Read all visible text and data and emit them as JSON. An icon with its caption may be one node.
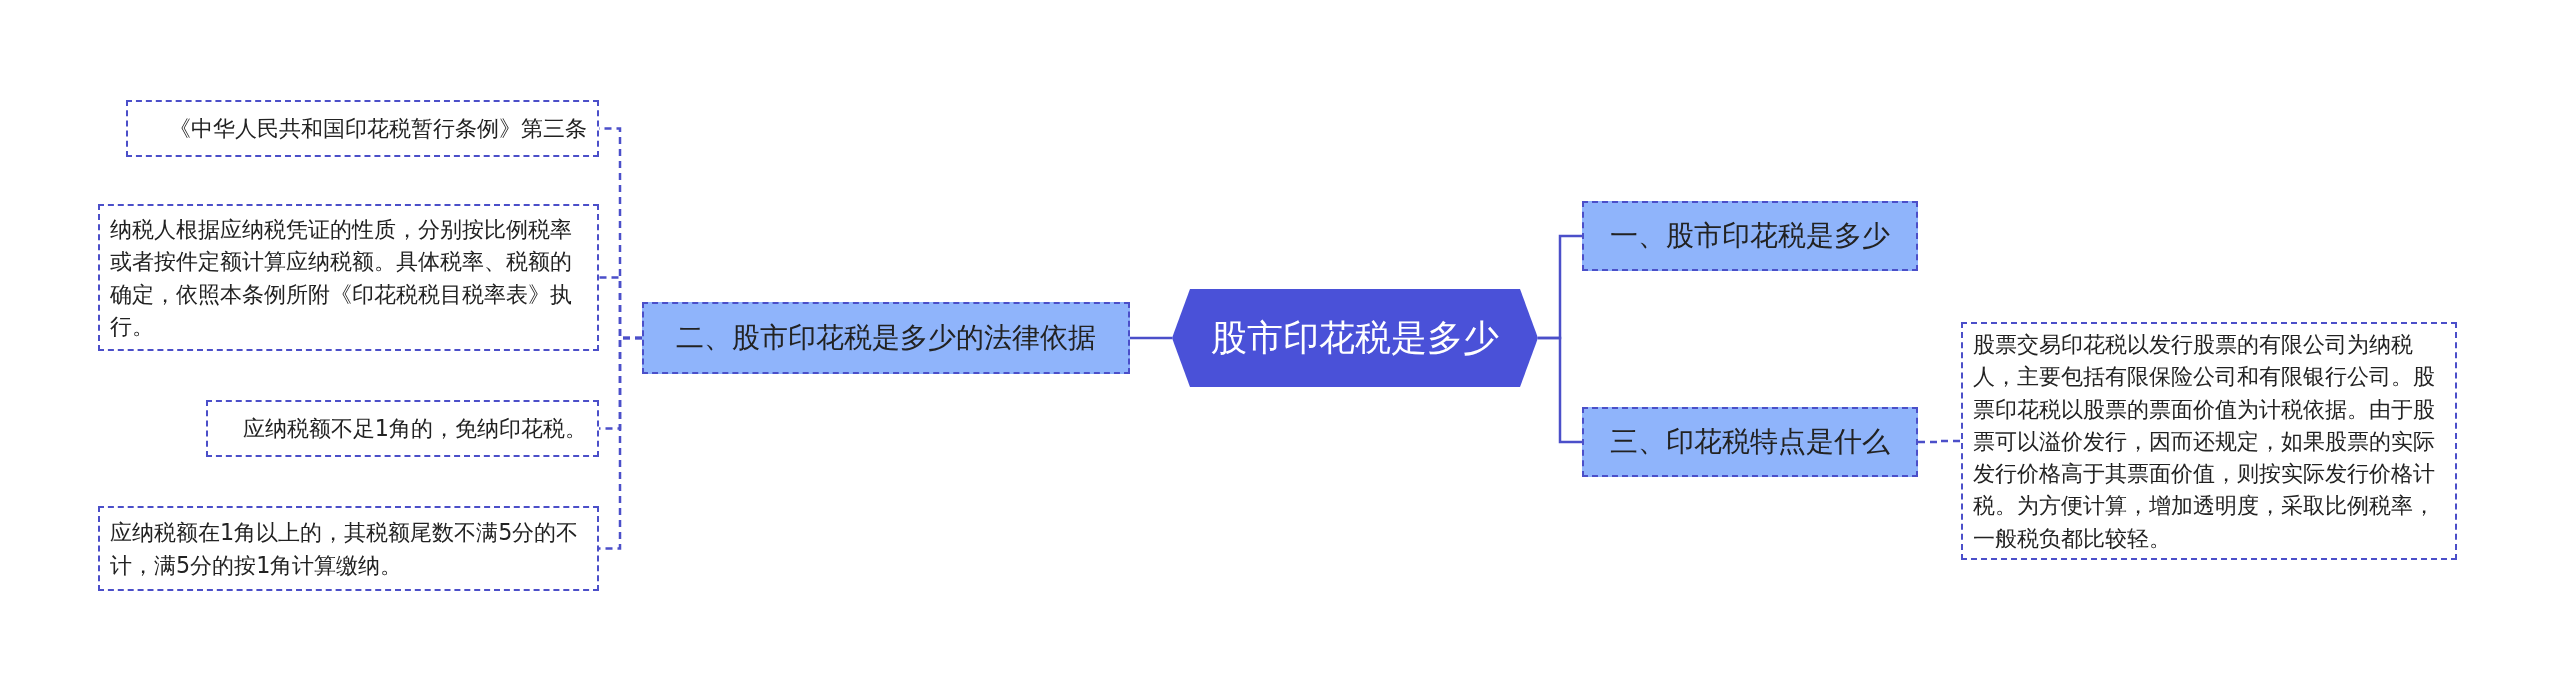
{
  "diagram": {
    "nodes": [
      {
        "text": [
          "股市印花税是多少"
        ]
      },
      {
        "text": [
          "二、股市印花税是多少的法律依据"
        ]
      },
      {
        "text": [
          "《中华人民共和国印花税暂行条例》第三条"
        ]
      },
      {
        "text": [
          "纳税人根据应纳税凭证的性质，分别按比例税率或者按件定额计算应纳税额。具体税率、税额的确定，依照本条例所附《印花税税目税率表》执行。"
        ]
      },
      {
        "text": [
          "应纳税额不足1角的，免纳印花税。"
        ]
      },
      {
        "text": [
          "应纳税额在1角以上的，其税额尾数不满5分的不计，满5分的按1角计算缴纳。"
        ]
      },
      {
        "text": [
          "一、股市印花税是多少"
        ]
      },
      {
        "text": [
          "三、印花税特点是什么"
        ]
      },
      {
        "text": [
          "股票交易印花税以发行股票的有限公司为纳税人，主要包括有限保险公司和有限银行公司。股票印花税以股票的票面价值为计税依据。由于股票可以溢价发行，因而还规定，如果股票的实际发行价格高于其票面价值，则按实际发行价格计税。为方便计算，增加透明度，采取比例税率，一般税负都比较轻。"
        ]
      }
    ],
    "edges": [
      {
        "from": 0,
        "to": 1,
        "arrow": "none"
      },
      {
        "from": 1,
        "to": 2,
        "arrow": "none",
        "style": "dashed"
      },
      {
        "from": 1,
        "to": 3,
        "arrow": "none",
        "style": "dashed"
      },
      {
        "from": 1,
        "to": 4,
        "arrow": "none",
        "style": "dashed"
      },
      {
        "from": 1,
        "to": 5,
        "arrow": "none",
        "style": "dashed"
      },
      {
        "from": 0,
        "to": 6,
        "arrow": "none"
      },
      {
        "from": 0,
        "to": 7,
        "arrow": "none"
      },
      {
        "from": 7,
        "to": 8,
        "arrow": "none",
        "style": "dashed"
      }
    ]
  }
}
